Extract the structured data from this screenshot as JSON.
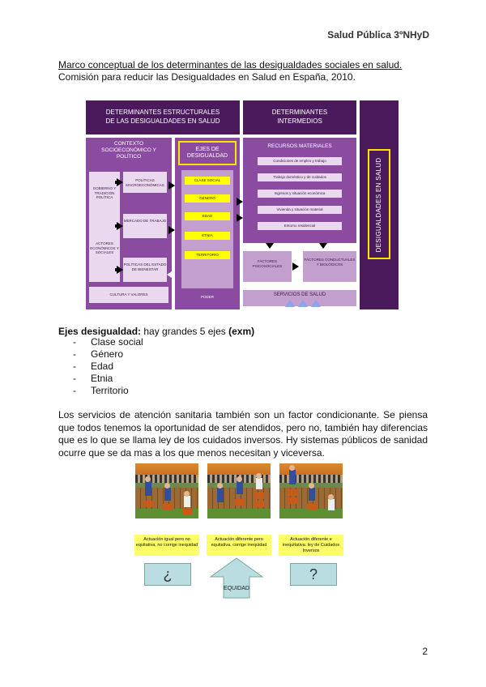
{
  "header": {
    "course": "Salud Pública 3ºNHyD"
  },
  "intro": {
    "title": "Marco conceptual de los determinantes de las desigualdades sociales en salud.",
    "source": "Comisión para reducir las Desigualdades en Salud en España, 2010."
  },
  "diagram": {
    "structural_title": "DETERMINANTES ESTRUCTURALES DE LAS DESIGUALDADES EN SALUD",
    "intermediate_title": "DETERMINANTES INTERMEDIOS",
    "context_title": "CONTEXTO SOCIOECONÓMICO Y POLÍTICO",
    "gobierno": "GOBIERNO Y TRADICIÓN POLÍTICA",
    "actores": "ACTORES ECONÓMICOS Y SOCIALES",
    "politicas_macro": "POLÍTICAS MACROECONÓMICAS",
    "mercado": "MERCADO DE TRABAJO",
    "politicas_estado": "POLÍTICAS DEL ESTADO DE BIENESTAR",
    "cultura": "CULTURA Y VALORES",
    "ejes_title": "EJES DE DESIGUALDAD",
    "ejes": [
      "CLASE SOCIAL",
      "GÉNERO",
      "EDAD",
      "ETNIA",
      "TERRITORIO"
    ],
    "poder": "PODER",
    "recursos_title": "RECURSOS MATERIALES",
    "recursos": [
      "Condiciones de empleo y trabajo",
      "Trabajo doméstico y de cuidados",
      "Ingresos y situación económica",
      "Vivienda y situación material",
      "Entorno residencial"
    ],
    "psicosociales": "FACTORES PSICOSOCIALES",
    "conductuales": "FACTORES CONDUCTUALES Y BIOLÓGICOS",
    "servicios": "SERVICIOS DE SALUD",
    "desigualdades": "DESIGUALDADES EN SALUD"
  },
  "axes": {
    "label": "Ejes desigualdad:",
    "text": " hay grandes 5 ejes ",
    "note": "(exm)",
    "items": [
      "Clase social",
      "Género",
      "Edad",
      "Etnia",
      "Territorio"
    ]
  },
  "paragraph": "Los servicios de atención sanitaria también son un factor condicionante. Se piensa que todos tenemos la oportunidad de ser atendidos, pero no, también hay diferencias que es lo que se llama ley de los cuidados inversos. Hy sistemas públicos de sanidad ocurre que se da mas a los que menos necesitan y viceversa.",
  "illustration": {
    "captions": [
      "Actuación igual pero no equitativa, no corrige inequidad",
      "Actuación diferente pero equitativa, corrige inequidad",
      "Actuación diferente e inequitativa: ley de Cuidados Inversos"
    ],
    "symbols": [
      "¿",
      "",
      "?"
    ],
    "equity_label": "EQUIDAD"
  },
  "footer": {
    "page": "2"
  }
}
